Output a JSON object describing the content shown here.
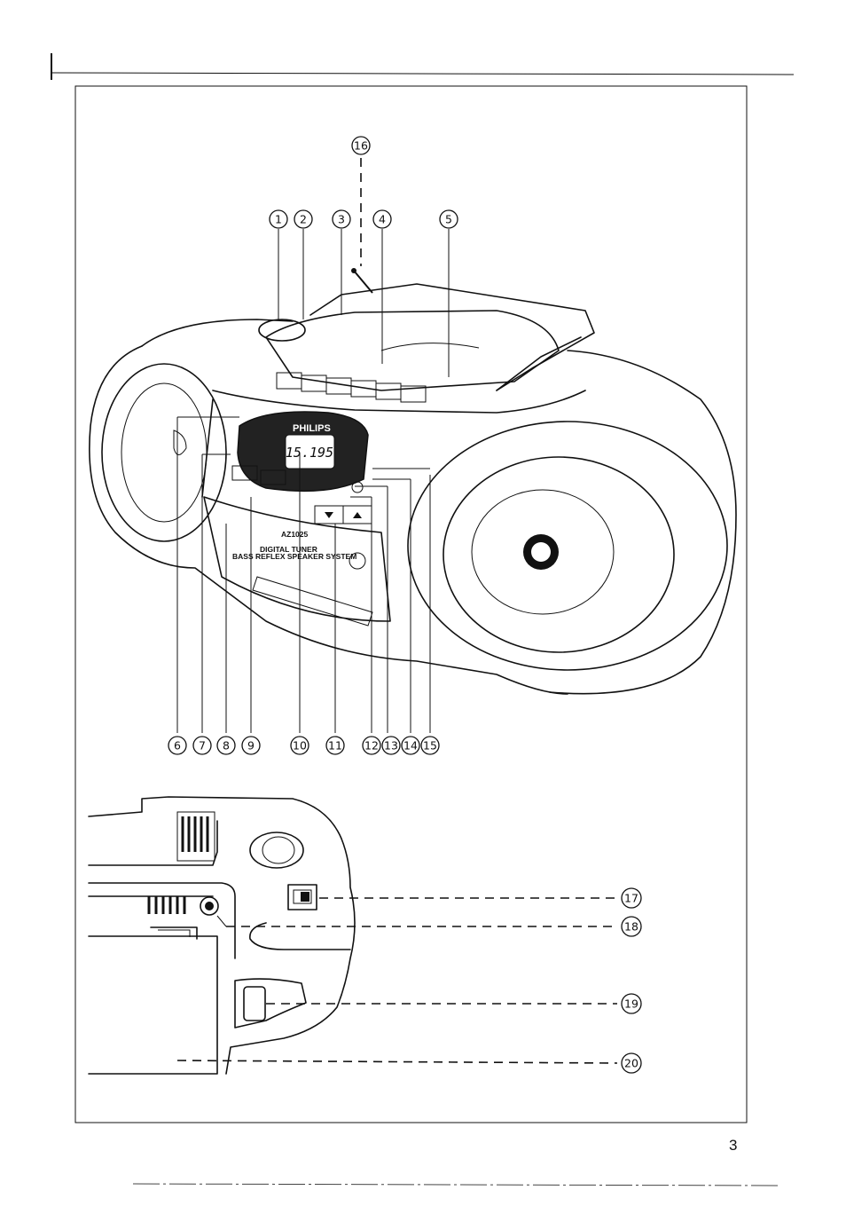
{
  "page": {
    "page_number": "3"
  },
  "product_labels": {
    "brand": "PHILIPS",
    "model": "AZ1025",
    "line1": "DIGITAL TUNER",
    "line2": "BASS REFLEX SPEAKER SYSTEM",
    "display_readout": "15.195"
  },
  "callouts": {
    "c1": "1",
    "c2": "2",
    "c3": "3",
    "c4": "4",
    "c5": "5",
    "c6": "6",
    "c7": "7",
    "c8": "8",
    "c9": "9",
    "c10": "10",
    "c11": "11",
    "c12": "12",
    "c13": "13",
    "c14": "14",
    "c15": "15",
    "c16": "16",
    "c17": "17",
    "c18": "18",
    "c19": "19",
    "c20": "20"
  }
}
